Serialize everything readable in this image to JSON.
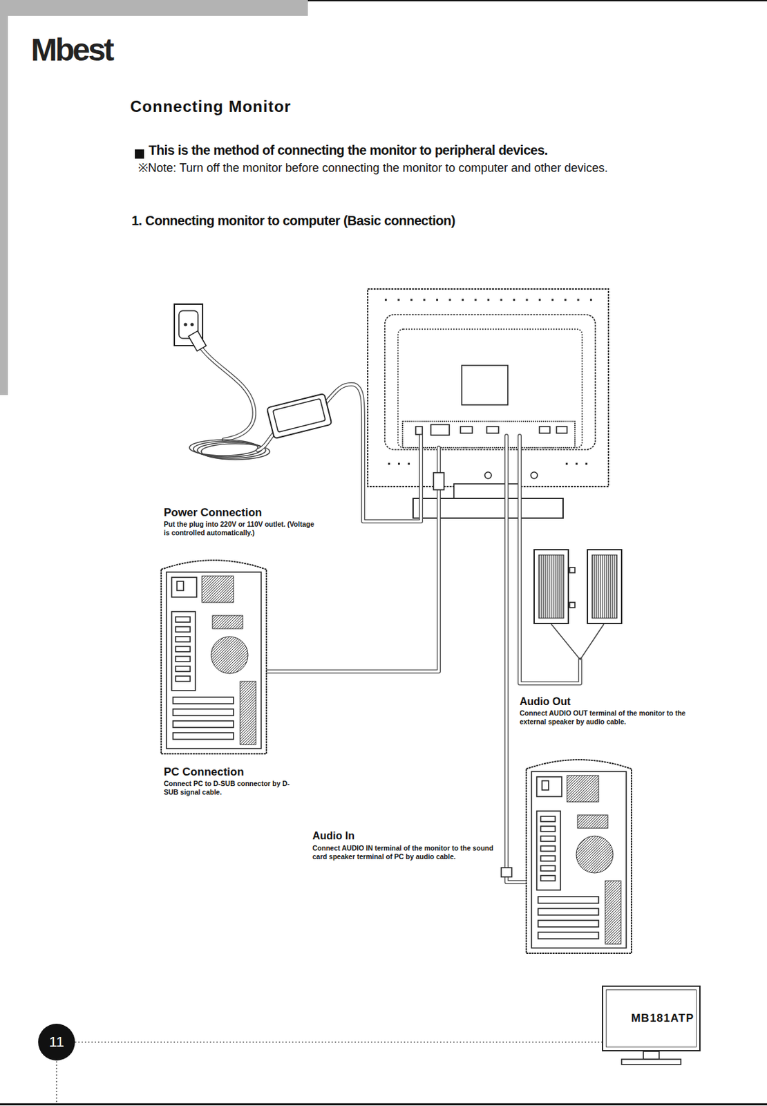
{
  "diagram": {
    "title": "Connecting Monitor",
    "nodes": [
      {
        "text": [
          "11"
        ]
      },
      {
        "text": [
          "MB181ATP"
        ]
      }
    ],
    "edges": [
      {
        "from": 0,
        "to": 1,
        "arrow": "none"
      }
    ],
    "labels": [
      "Mbest",
      "This is the method of connecting the monitor to peripheral devices.",
      "※Note: Turn off the monitor before connecting the monitor to computer and other devices.",
      "1. Connecting monitor to computer (Basic connection)",
      "Power Connection",
      "Put the plug into 220V or 110V outlet. (Voltage is controlled automatically.)",
      "PC Connection",
      "Connect PC to D-SUB connector by D-SUB signal cable.",
      "Audio Out",
      "Connect AUDIO OUT terminal of the monitor to the external speaker by audio cable.",
      "Audio In",
      "Connect AUDIO IN terminal of the monitor to the sound card speaker terminal of PC by audio cable."
    ]
  }
}
